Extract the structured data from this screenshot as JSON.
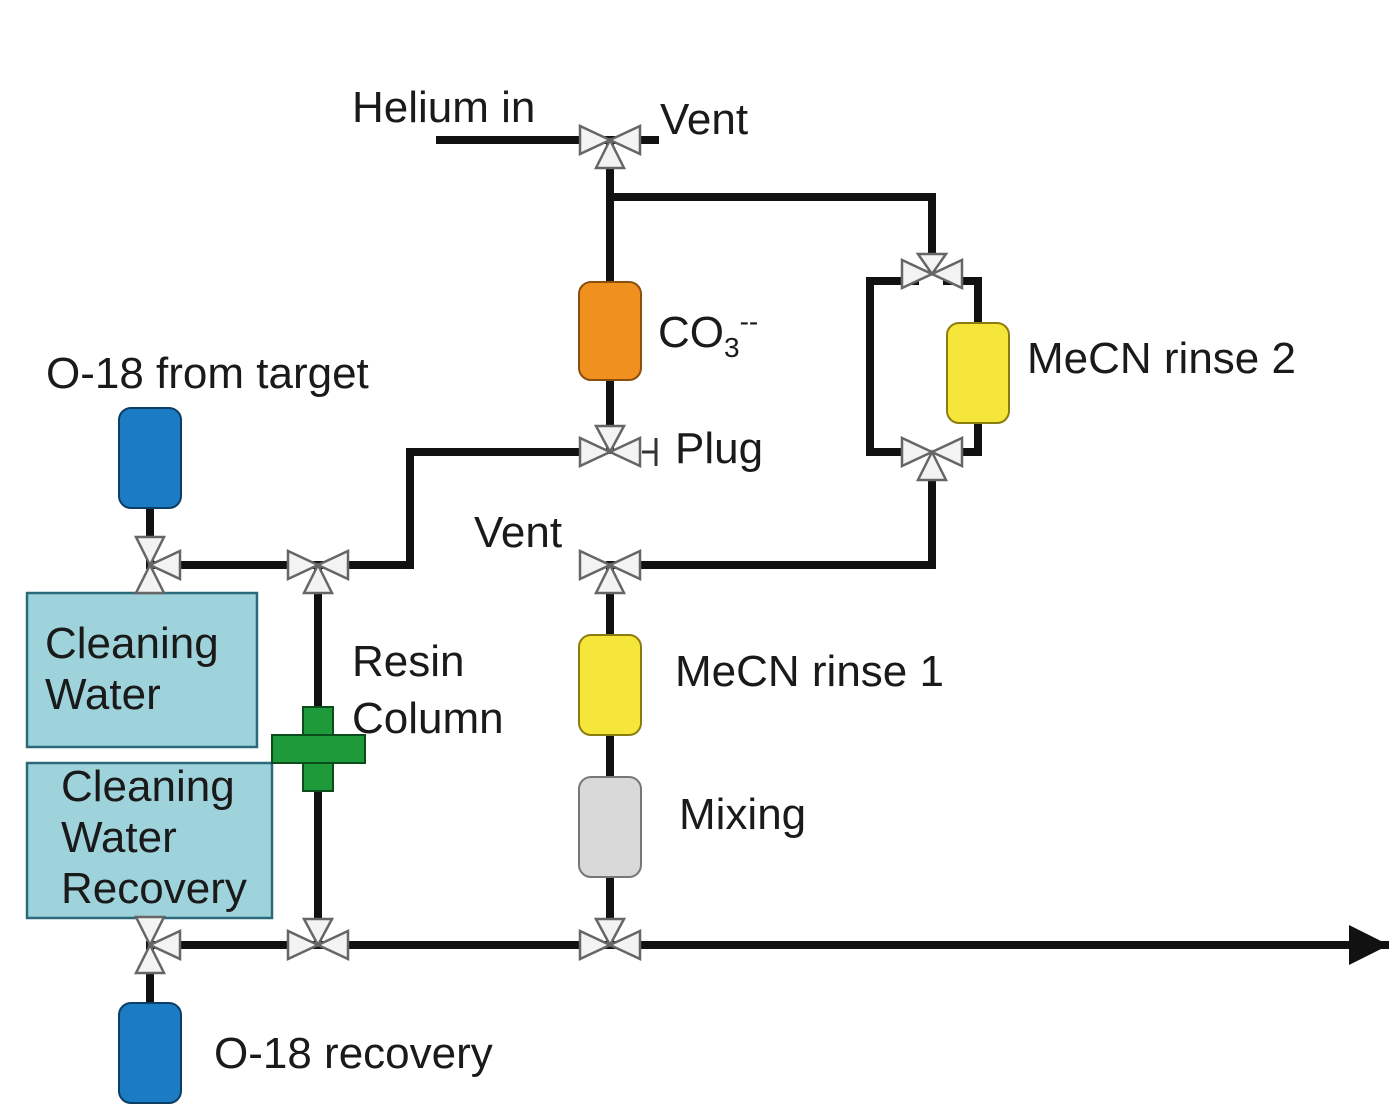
{
  "labels": {
    "helium_in": "Helium in",
    "vent_top": "Vent",
    "carbonate_main": "CO",
    "carbonate_sub": "3",
    "carbonate_sup": "--",
    "plug": "Plug",
    "mecn_rinse_2": "MeCN rinse 2",
    "o18_from_target": "O-18 from target",
    "vent_mid": "Vent",
    "cleaning_water_line1": "Cleaning",
    "cleaning_water_line2": "Water",
    "resin_line1": "Resin",
    "resin_line2": "Column",
    "mecn_rinse_1": "MeCN rinse 1",
    "cleaning_recovery_line1": "Cleaning",
    "cleaning_recovery_line2": "Water",
    "cleaning_recovery_line3": "Recovery",
    "mixing": "Mixing",
    "o18_recovery": "O-18 recovery"
  },
  "colors": {
    "pipe": "#111111",
    "carbonate_cartridge": "#f0901e",
    "mecn_cartridge": "#f7e63a",
    "mixing_cartridge": "#d9d9d9",
    "o18_vial": "#1b7cc4",
    "cleaning_box": "#9fd3dc",
    "resin_column": "#1f9a3a",
    "valve": "#f3f3f3"
  }
}
